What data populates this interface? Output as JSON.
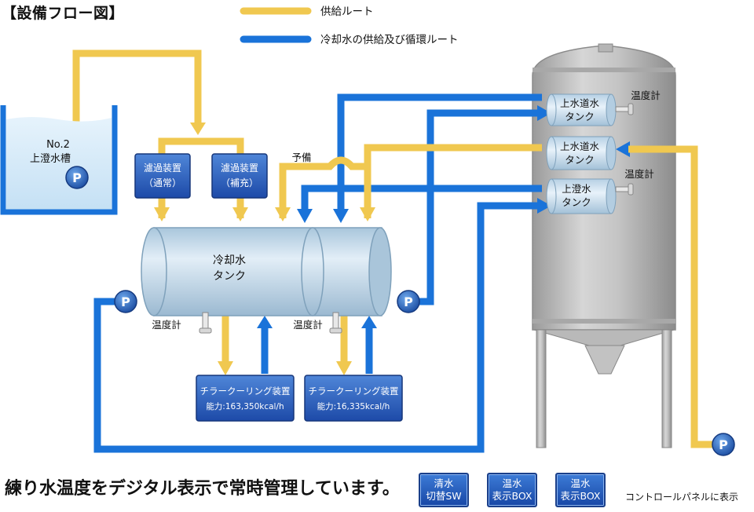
{
  "title": "【設備フロー図】",
  "legend": {
    "supply": "供給ルート",
    "cooling": "冷却水の供給及び循環ルート"
  },
  "colors": {
    "supply": "#f0c850",
    "cooling": "#1a73d9",
    "filter_box": "#2a5fb8",
    "tank_body": "#c9dbe8",
    "silo_body": "#c8c8c8"
  },
  "tank_no2": {
    "line1": "No.2",
    "line2": "上澄水槽"
  },
  "filters": [
    {
      "line1": "濾過装置",
      "line2": "（通常）"
    },
    {
      "line1": "濾過装置",
      "line2": "（補充）"
    }
  ],
  "reserve_label": "予備",
  "cooling_tank": {
    "line1": "冷却水",
    "line2": "タンク"
  },
  "thermometers": [
    "温度計",
    "温度計",
    "温度計",
    "温度計"
  ],
  "chillers": [
    {
      "name": "チラークーリング装置",
      "capacity": "能力:163,350kcal/h"
    },
    {
      "name": "チラークーリング装置",
      "capacity": "能力:16,335kcal/h"
    }
  ],
  "silo_tanks": [
    {
      "line1": "上水道水",
      "line2": "タンク"
    },
    {
      "line1": "上水道水",
      "line2": "タンク"
    },
    {
      "line1": "上澄水",
      "line2": "タンク"
    }
  ],
  "pump_label": "P",
  "footer": {
    "message": "練り水温度をデジタル表示で常時管理しています。",
    "buttons": [
      {
        "line1": "清水",
        "line2": "切替SW"
      },
      {
        "line1": "温水",
        "line2": "表示BOX"
      },
      {
        "line1": "温水",
        "line2": "表示BOX"
      }
    ],
    "panel_note": "コントロールパネルに表示"
  }
}
